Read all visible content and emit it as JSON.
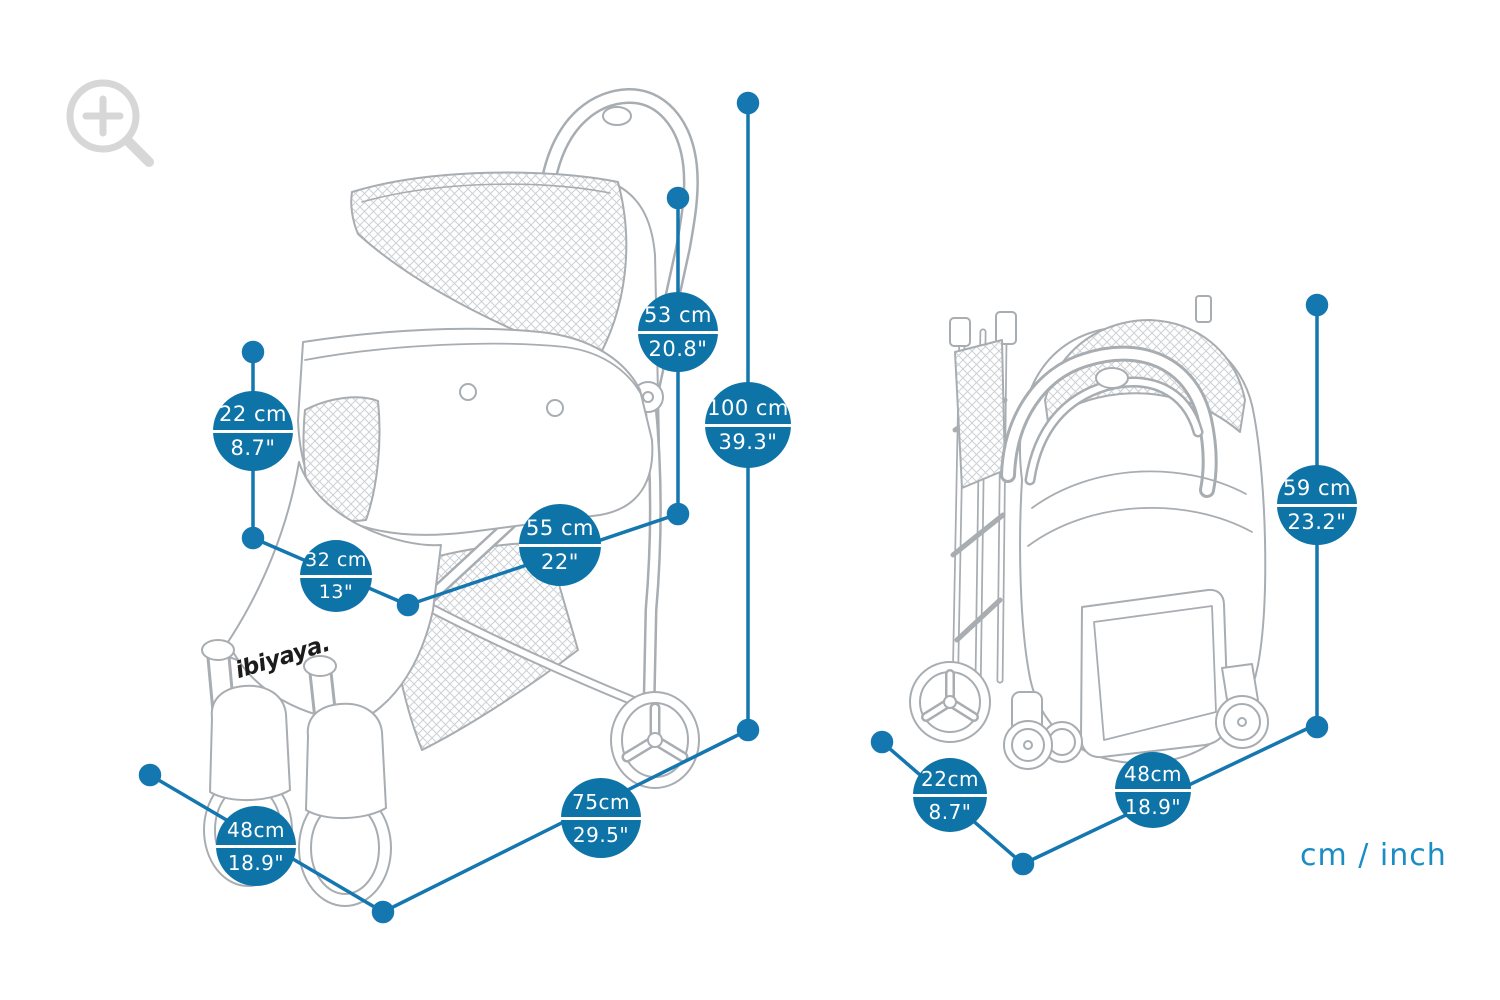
{
  "colors": {
    "badge_fill": "#0e74a8",
    "dimension_line": "#1477b0",
    "unit_text": "#1b8cc4",
    "line_art": "#a8adb2",
    "zoom_icon": "#d7d7d7"
  },
  "zoom_icon_name": "magnifier-plus",
  "unit_legend": "cm / inch",
  "brand_logo": "ibiyaya.",
  "open_view": {
    "badges": [
      {
        "cm": "53 cm",
        "inch": "20.8\""
      },
      {
        "cm": "100 cm",
        "inch": "39.3\""
      },
      {
        "cm": "22 cm",
        "inch": "8.7\""
      },
      {
        "cm": "32 cm",
        "inch": "13\""
      },
      {
        "cm": "55 cm",
        "inch": "22\""
      },
      {
        "cm": "48cm",
        "inch": "18.9\""
      },
      {
        "cm": "75cm",
        "inch": "29.5\""
      }
    ]
  },
  "folded_view": {
    "badges": [
      {
        "cm": "59 cm",
        "inch": "23.2\""
      },
      {
        "cm": "22cm",
        "inch": "8.7\""
      },
      {
        "cm": "48cm",
        "inch": "18.9\""
      }
    ]
  }
}
